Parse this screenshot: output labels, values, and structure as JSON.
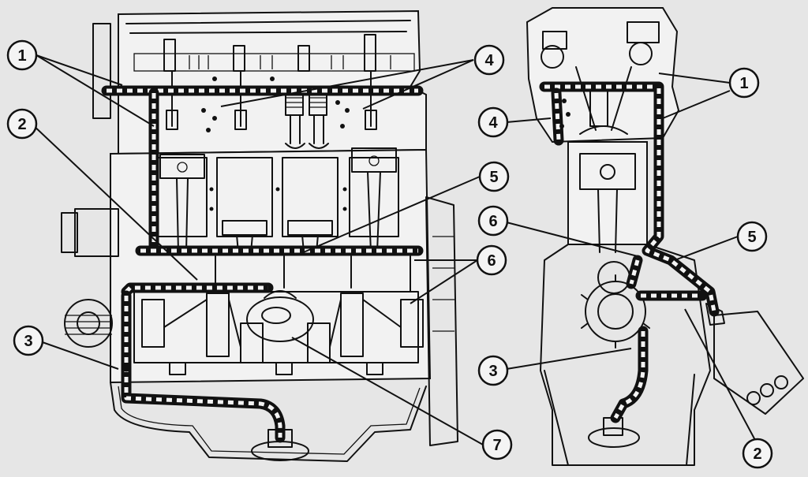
{
  "callouts": {
    "left": [
      "1",
      "2",
      "3",
      "4",
      "5",
      "6",
      "7"
    ],
    "right": [
      "1",
      "4",
      "6",
      "5",
      "3",
      "2"
    ]
  },
  "colors": {
    "background": "#e6e6e6",
    "line": "#111111",
    "oil_passage": "#111111"
  }
}
